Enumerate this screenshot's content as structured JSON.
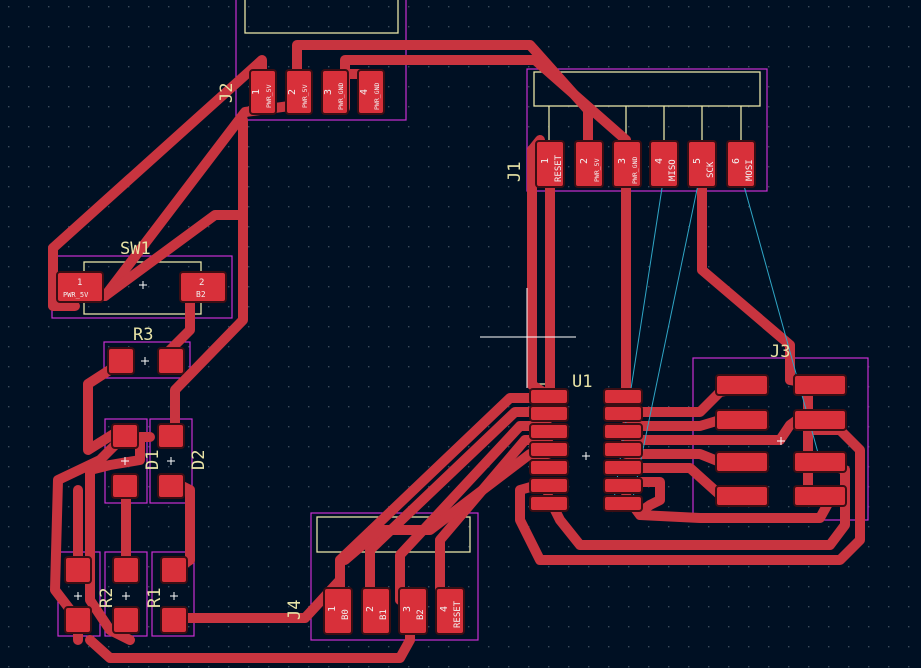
{
  "colors": {
    "background": "#001023",
    "grid": "#3a4a5a",
    "copper": "#c8343f",
    "pad": "#d8303a",
    "pad_outline": "#3a0e14",
    "pad_text": "#f2f2f2",
    "silkscreen": "#e8e3a6",
    "courtyard": "#c92fd3",
    "ratsnest": "#2fa6c6",
    "cursor": "#ffffff"
  },
  "components": {
    "J2": {
      "ref": "J2",
      "pins": [
        {
          "num": "1",
          "net": "PWR_5V"
        },
        {
          "num": "2",
          "net": "PWR_5V"
        },
        {
          "num": "3",
          "net": "PWR_GND"
        },
        {
          "num": "4",
          "net": "PWR_GND"
        }
      ]
    },
    "J1": {
      "ref": "J1",
      "pins": [
        {
          "num": "1",
          "net": "RESET"
        },
        {
          "num": "2",
          "net": "PWR_5V"
        },
        {
          "num": "3",
          "net": "PWR_GND"
        },
        {
          "num": "4",
          "net": "MISO"
        },
        {
          "num": "5",
          "net": "SCK"
        },
        {
          "num": "6",
          "net": "MOSI"
        }
      ]
    },
    "SW1": {
      "ref": "SW1",
      "pins": [
        {
          "num": "1",
          "net": "PWR_5V"
        },
        {
          "num": "2",
          "net": "B2"
        }
      ]
    },
    "R3": {
      "ref": "R3"
    },
    "D1": {
      "ref": "D1"
    },
    "D2": {
      "ref": "D2"
    },
    "R2": {
      "ref": "R2"
    },
    "R1": {
      "ref": "R1"
    },
    "U1": {
      "ref": "U1"
    },
    "J3": {
      "ref": "J3"
    },
    "J4": {
      "ref": "J4",
      "pins": [
        {
          "num": "1",
          "net": "B0"
        },
        {
          "num": "2",
          "net": "B1"
        },
        {
          "num": "3",
          "net": "B2"
        },
        {
          "num": "4",
          "net": "RESET"
        }
      ]
    }
  }
}
